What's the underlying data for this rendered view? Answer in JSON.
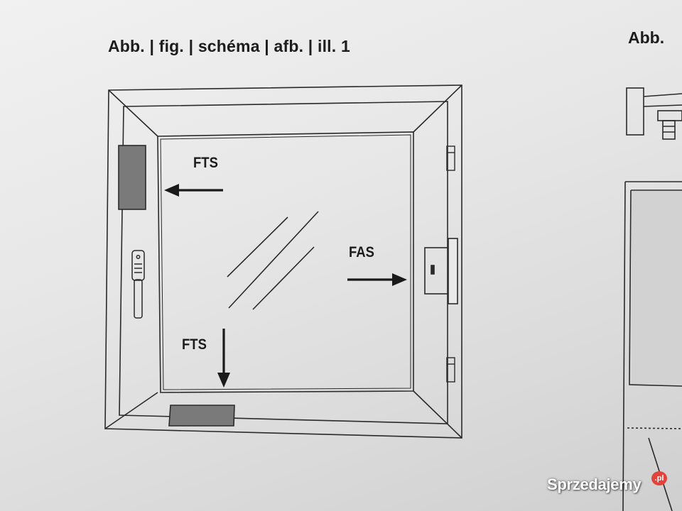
{
  "heading": {
    "main": "Abb. | fig. | schéma | afb. | ill. 1",
    "right_partial": "Abb."
  },
  "labels": {
    "fts_top": "FTS",
    "fas": "FAS",
    "fts_bottom": "FTS"
  },
  "watermark": {
    "text": "Sprzedajemy",
    "badge": ".pl"
  },
  "colors": {
    "line": "#2a2a2a",
    "sensor_fill": "#7a7a7a",
    "paper": "#e6e6e6"
  }
}
